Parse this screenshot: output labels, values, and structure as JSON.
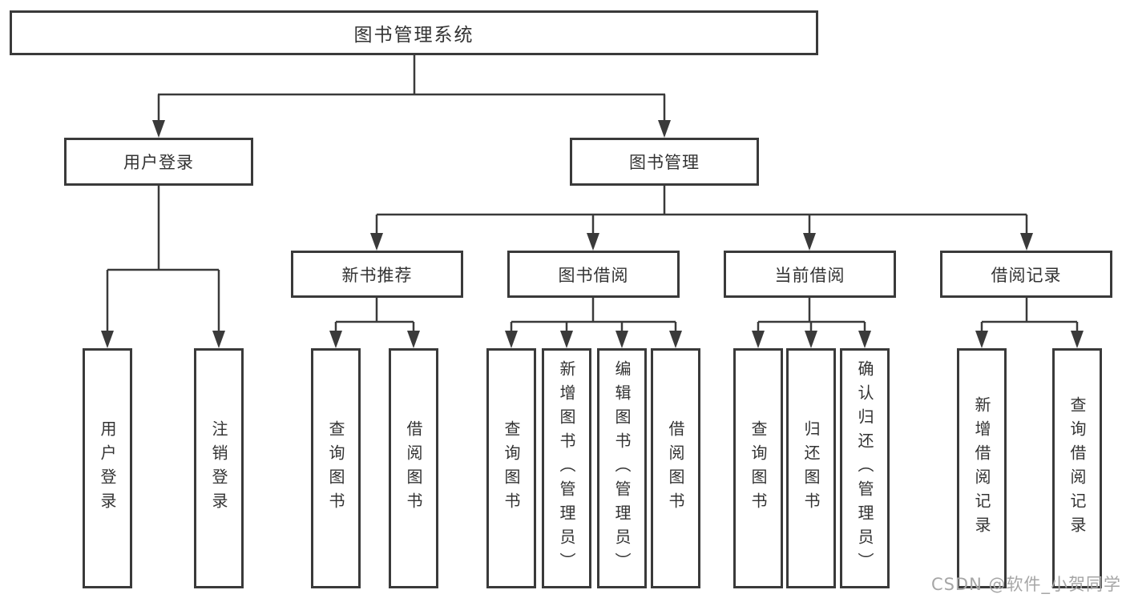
{
  "root": {
    "label": "图书管理系统"
  },
  "user_login": {
    "label": "用户登录",
    "children": [
      {
        "label": "用户登录"
      },
      {
        "label": "注销登录"
      }
    ]
  },
  "book_management": {
    "label": "图书管理",
    "new_books": {
      "label": "新书推荐",
      "children": [
        {
          "label": "查询图书"
        },
        {
          "label": "借阅图书"
        }
      ]
    },
    "borrowing": {
      "label": "图书借阅",
      "children": [
        {
          "label": "查询图书"
        },
        {
          "label": "新增图书（管理员）"
        },
        {
          "label": "编辑图书（管理员）"
        },
        {
          "label": "借阅图书"
        }
      ]
    },
    "current": {
      "label": "当前借阅",
      "children": [
        {
          "label": "查询图书"
        },
        {
          "label": "归还图书"
        },
        {
          "label": "确认归还（管理员）"
        }
      ]
    },
    "records": {
      "label": "借阅记录",
      "children": [
        {
          "label": "新增借阅记录"
        },
        {
          "label": "查询借阅记录"
        }
      ]
    }
  },
  "watermark": {
    "text": "CSDN @软件_小贺同学"
  },
  "colors": {
    "line": "#3a3a3a",
    "text": "#333333",
    "watermark": "#a6a6a6",
    "background": "#ffffff"
  }
}
